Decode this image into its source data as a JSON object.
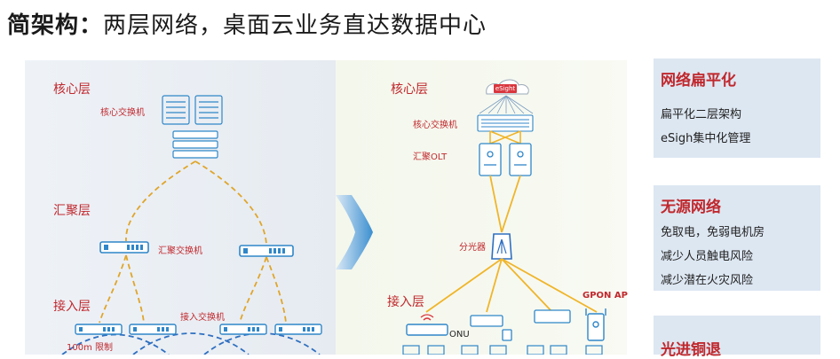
{
  "title": {
    "bold": "简架构：",
    "rest": "两层网络，桌面云业务直达数据中心"
  },
  "left_diagram": {
    "core_layer": "核心层",
    "core_switch": "核心交换机",
    "agg_layer": "汇聚层",
    "agg_switch": "汇聚交换机",
    "access_layer": "接入层",
    "access_switch": "接入交换机",
    "limit_note": "100m 限制"
  },
  "right_diagram": {
    "core_layer": "核心层",
    "esight_logo": "eSight",
    "core_switch": "核心交换机",
    "agg_olt": "汇聚OLT",
    "splitter": "分光器",
    "access_layer": "接入层",
    "gpon_ap": "GPON AP",
    "onu": "ONU"
  },
  "cards": [
    {
      "title": "网络扁平化",
      "lines": [
        "扁平化二层架构",
        "eSigh集中化管理"
      ]
    },
    {
      "title": "无源网络",
      "lines": [
        "免取电，免弱电机房",
        "减少人员触电风险",
        "减少潜在火灾风险"
      ]
    },
    {
      "title": "光进铜退",
      "lines": []
    }
  ],
  "colors": {
    "accent_red": "#c0282d",
    "device_blue": "#2f86c8",
    "dashed_yellow": "#e0a52a",
    "dashed_blue": "#2f6fc0",
    "fiber_yellow": "#f0b52a",
    "card_bg": "#dde7f2"
  }
}
